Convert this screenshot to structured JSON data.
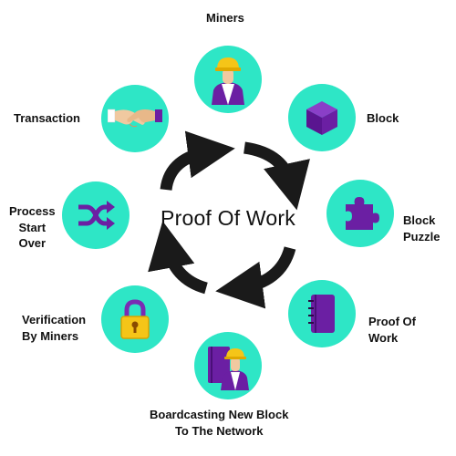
{
  "diagram": {
    "title": "Proof Of Work",
    "accent_color": "#2ee6c6",
    "icon_color": "#6b1fa3",
    "steps": [
      {
        "label": "Miners",
        "icon": "miner-icon"
      },
      {
        "label": "Block",
        "icon": "cube-icon"
      },
      {
        "label": "Block Puzzle",
        "icon": "puzzle-piece-icon"
      },
      {
        "label": "Proof Of Work",
        "icon": "notebook-icon"
      },
      {
        "label": "Boardcasting New Block To The Network",
        "icon": "miner-book-icon"
      },
      {
        "label": "Verification By Miners",
        "icon": "padlock-icon"
      },
      {
        "label": "Process Start Over",
        "icon": "shuffle-icon"
      },
      {
        "label": "Transaction",
        "icon": "handshake-icon"
      }
    ],
    "label_lines": {
      "miners": [
        "Miners"
      ],
      "block": [
        "Block"
      ],
      "block_puzzle": [
        "Block",
        "Puzzle"
      ],
      "proof_of_work": [
        "Proof Of",
        "Work"
      ],
      "broadcasting": [
        "Boardcasting New Block",
        "To The Network"
      ],
      "verification": [
        "Verification",
        "By Miners"
      ],
      "process_start_over": [
        "Process",
        "Start",
        "Over"
      ],
      "transaction": [
        "Transaction"
      ]
    }
  }
}
